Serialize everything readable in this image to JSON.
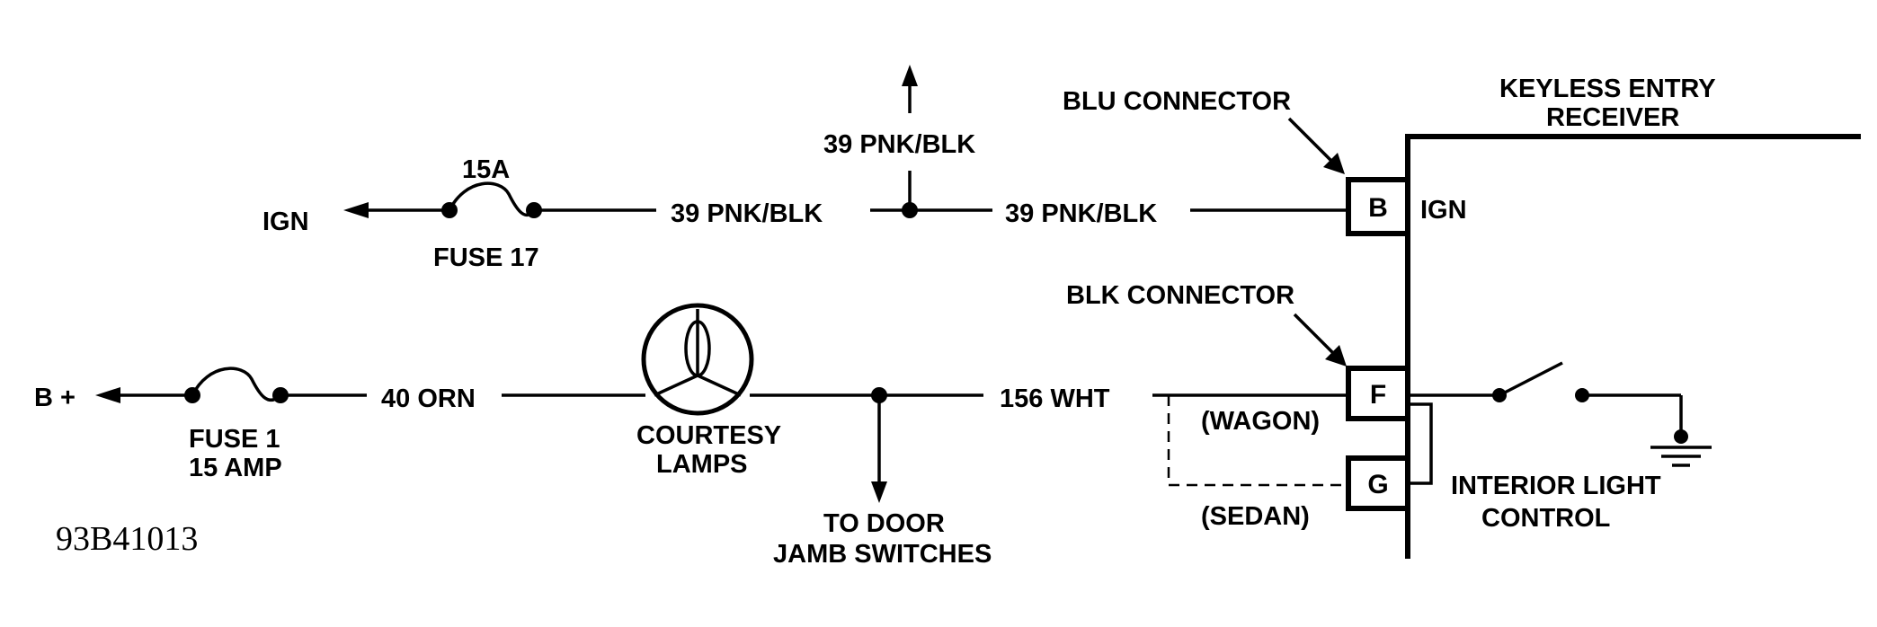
{
  "labels": {
    "ign_left": "IGN",
    "fuse17_rating": "15A",
    "fuse17_name": "FUSE 17",
    "wire39_left": "39 PNK/BLK",
    "wire39_up": "39 PNK/BLK",
    "wire39_right": "39 PNK/BLK",
    "blu_connector": "BLU CONNECTOR",
    "module_line1": "KEYLESS ENTRY",
    "module_line2": "RECEIVER",
    "pin_b": "B",
    "pin_b_function": "IGN",
    "blk_connector": "BLK CONNECTOR",
    "b_plus": "B +",
    "fuse1_name": "FUSE 1",
    "fuse1_rating": "15 AMP",
    "wire40": "40 ORN",
    "courtesy_line1": "COURTESY",
    "courtesy_line2": "LAMPS",
    "wire156": "156 WHT",
    "door_line1": "TO DOOR",
    "door_line2": "JAMB SWITCHES",
    "pin_f": "F",
    "pin_g": "G",
    "wagon": "(WAGON)",
    "sedan": "(SEDAN)",
    "ilc_line1": "INTERIOR LIGHT",
    "ilc_line2": "CONTROL",
    "figure_code": "93B41013"
  }
}
